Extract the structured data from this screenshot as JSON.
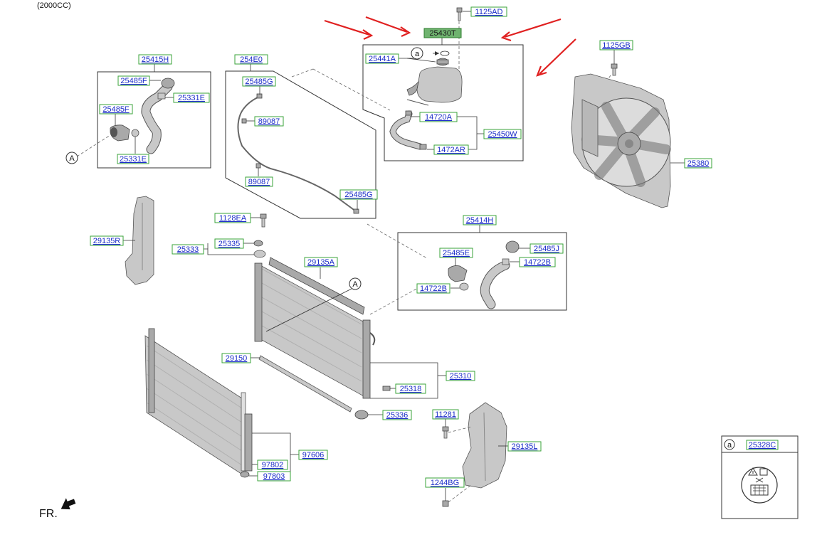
{
  "header": {
    "engine": "(2000CC)"
  },
  "direction": {
    "label": "FR."
  },
  "callouts": {
    "a": "a",
    "A": "A"
  },
  "legend": {
    "key": "a",
    "part": "25328C"
  },
  "labels": {
    "p25430T": "25430T",
    "p1125AD": "1125AD",
    "p25441A": "25441A",
    "p14720A": "14720A",
    "p25450W": "25450W",
    "p1472AR": "1472AR",
    "p1125GB": "1125GB",
    "p25380": "25380",
    "p25415H": "25415H",
    "p25485F_top": "25485F",
    "p25331E_top": "25331E",
    "p25485F_side": "25485F",
    "p25331E_bot": "25331E",
    "p254E0": "254E0",
    "p25485G_top": "25485G",
    "p89087_a": "89087",
    "p89087_b": "89087",
    "p25485G_bot": "25485G",
    "p29135R": "29135R",
    "p1128EA": "1128EA",
    "p25335": "25335",
    "p25333": "25333",
    "p29135A": "29135A",
    "p25414H": "25414H",
    "p25485E": "25485E",
    "p25485J": "25485J",
    "p14722B_r": "14722B",
    "p14722B_l": "14722B",
    "p29150": "29150",
    "p25310": "25310",
    "p25318": "25318",
    "p25336": "25336",
    "p11281": "11281",
    "p29135L": "29135L",
    "p97606": "97606",
    "p97802": "97802",
    "p97803": "97803",
    "p1244BG": "1244BG"
  }
}
